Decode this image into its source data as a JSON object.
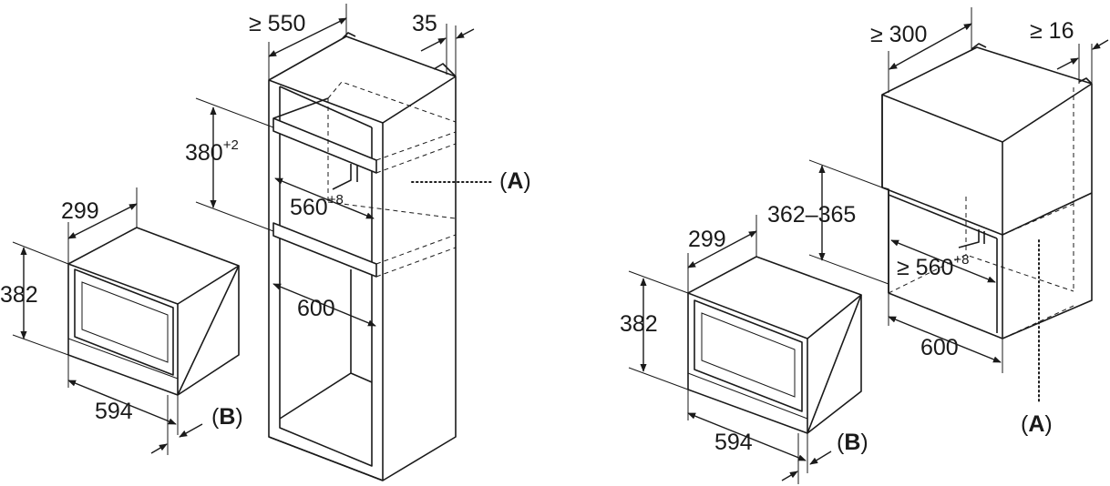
{
  "left": {
    "cabinet": {
      "depth_min": "≥ 550",
      "gap": "35",
      "niche_height": "380",
      "niche_height_tol": "+2",
      "niche_width": "560",
      "niche_width_tol": "+8",
      "inner_width": "600"
    },
    "appliance": {
      "depth": "299",
      "height": "382",
      "width": "594"
    },
    "ref_a": {
      "open": "(",
      "letter": "A",
      "close": ")"
    },
    "ref_b": {
      "open": "(",
      "letter": "B",
      "close": ")"
    }
  },
  "right": {
    "cabinet": {
      "depth_min": "≥ 300",
      "gap": "≥ 16",
      "niche_height": "362–365",
      "niche_width": "≥ 560",
      "niche_width_tol": "+8",
      "inner_width": "600"
    },
    "appliance": {
      "depth": "299",
      "height": "382",
      "width": "594"
    },
    "ref_a": {
      "open": "(",
      "letter": "A",
      "close": ")"
    },
    "ref_b": {
      "open": "(",
      "letter": "B",
      "close": ")"
    }
  }
}
